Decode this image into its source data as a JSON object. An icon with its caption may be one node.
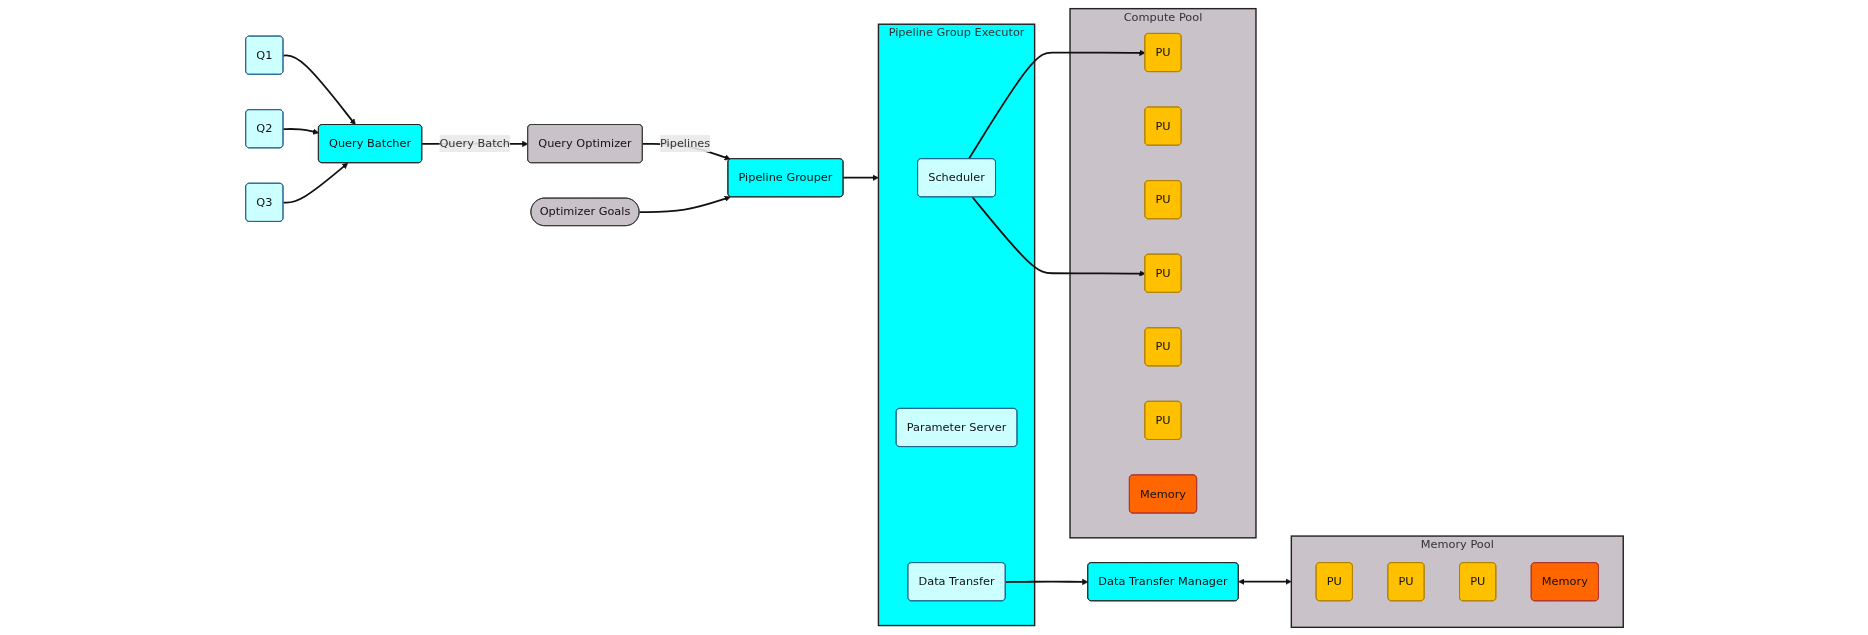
{
  "diagram": {
    "nodes": [
      {
        "text": [
          "Q1"
        ]
      },
      {
        "text": [
          "Q2"
        ]
      },
      {
        "text": [
          "Q3"
        ]
      },
      {
        "text": [
          "Query Batcher"
        ]
      },
      {
        "text": [
          "Query Optimizer"
        ]
      },
      {
        "text": [
          "Optimizer Goals"
        ]
      },
      {
        "text": [
          "Pipeline Grouper"
        ]
      },
      {
        "text": [
          "Pipeline Group Executor"
        ]
      },
      {
        "text": [
          "Scheduler"
        ],
        "in": 7
      },
      {
        "text": [
          "Parameter Server"
        ],
        "in": 7
      },
      {
        "text": [
          "Data Transfer"
        ],
        "in": 7
      },
      {
        "text": [
          "Compute Pool"
        ]
      },
      {
        "text": [
          "PU"
        ],
        "in": 11
      },
      {
        "text": [
          "PU"
        ],
        "in": 11
      },
      {
        "text": [
          "PU"
        ],
        "in": 11
      },
      {
        "text": [
          "PU"
        ],
        "in": 11
      },
      {
        "text": [
          "PU"
        ],
        "in": 11
      },
      {
        "text": [
          "PU"
        ],
        "in": 11
      },
      {
        "text": [
          "Memory"
        ],
        "in": 11
      },
      {
        "text": [
          "Data Transfer Manager"
        ]
      },
      {
        "text": [
          "Memory Pool"
        ]
      },
      {
        "text": [
          "PU"
        ],
        "in": 20
      },
      {
        "text": [
          "PU"
        ],
        "in": 20
      },
      {
        "text": [
          "PU"
        ],
        "in": 20
      },
      {
        "text": [
          "Memory"
        ],
        "in": 20
      }
    ],
    "edges": [
      {
        "from": 0,
        "to": 3,
        "arrow": "to"
      },
      {
        "from": 1,
        "to": 3,
        "arrow": "to"
      },
      {
        "from": 2,
        "to": 3,
        "arrow": "to"
      },
      {
        "from": 3,
        "to": 4,
        "arrow": "to",
        "label": "Query Batch"
      },
      {
        "from": 4,
        "to": 6,
        "arrow": "to",
        "label": "Pipelines"
      },
      {
        "from": 5,
        "to": 6,
        "arrow": "to"
      },
      {
        "from": 6,
        "to": 7,
        "arrow": "to"
      },
      {
        "from": 8,
        "to": 12,
        "arrow": "to"
      },
      {
        "from": 8,
        "to": 15,
        "arrow": "to"
      },
      {
        "from": 10,
        "to": 19,
        "arrow": "to"
      },
      {
        "from": 19,
        "to": 20,
        "arrow": "both"
      }
    ]
  }
}
